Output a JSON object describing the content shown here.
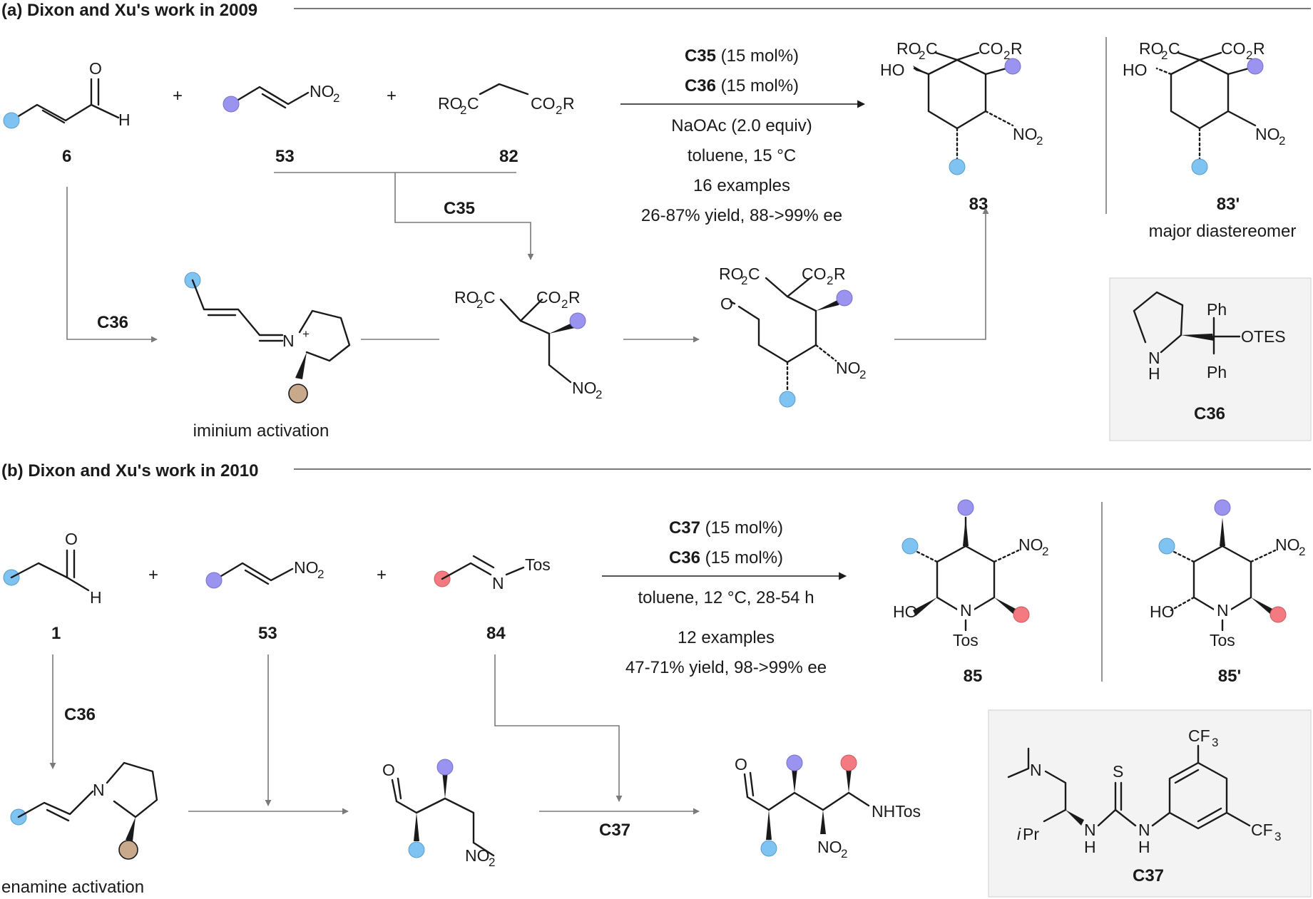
{
  "colors": {
    "blue": "#7ec3f2",
    "purple": "#9a93ef",
    "red": "#f27a80",
    "tan": "#c8a98c",
    "arrow": "#7a7a7a",
    "box": "#f3f3f3"
  },
  "panel_a": {
    "header": "(a) Dixon and Xu's work in 2009",
    "labels": {
      "c6": "6",
      "c53": "53",
      "c82": "82",
      "c83": "83",
      "c83p": "83'"
    },
    "catalyst_1_bold": "C35",
    "catalyst_1_loading": " (15 mol%)",
    "catalyst_2_bold": "C36",
    "catalyst_2_loading": " (15 mol%)",
    "cond_base": "NaOAc (2.0 equiv)",
    "cond_solvent": "toluene, 15 °C",
    "cond_examples": "16 examples",
    "cond_yield": "26-87% yield, 88->99% ee",
    "branch_c35": "C35",
    "branch_c36": "C36",
    "iminium": "iminium activation",
    "major": "major diastereomer",
    "box_label": "C36"
  },
  "panel_b": {
    "header": "(b) Dixon and Xu's work in 2010",
    "labels": {
      "c1": "1",
      "c53": "53",
      "c84": "84",
      "c85": "85",
      "c85p": "85'"
    },
    "catalyst_1_bold": "C37",
    "catalyst_1_loading": " (15 mol%)",
    "catalyst_2_bold": "C36",
    "catalyst_2_loading": " (15 mol%)",
    "cond_solvent": "toluene, 12 °C, 28-54 h",
    "cond_examples": "12 examples",
    "cond_yield": "47-71% yield, 98->99% ee",
    "branch_c36": "C36",
    "branch_c37": "C37",
    "enamine": "enamine activation",
    "box_label": "C37"
  }
}
